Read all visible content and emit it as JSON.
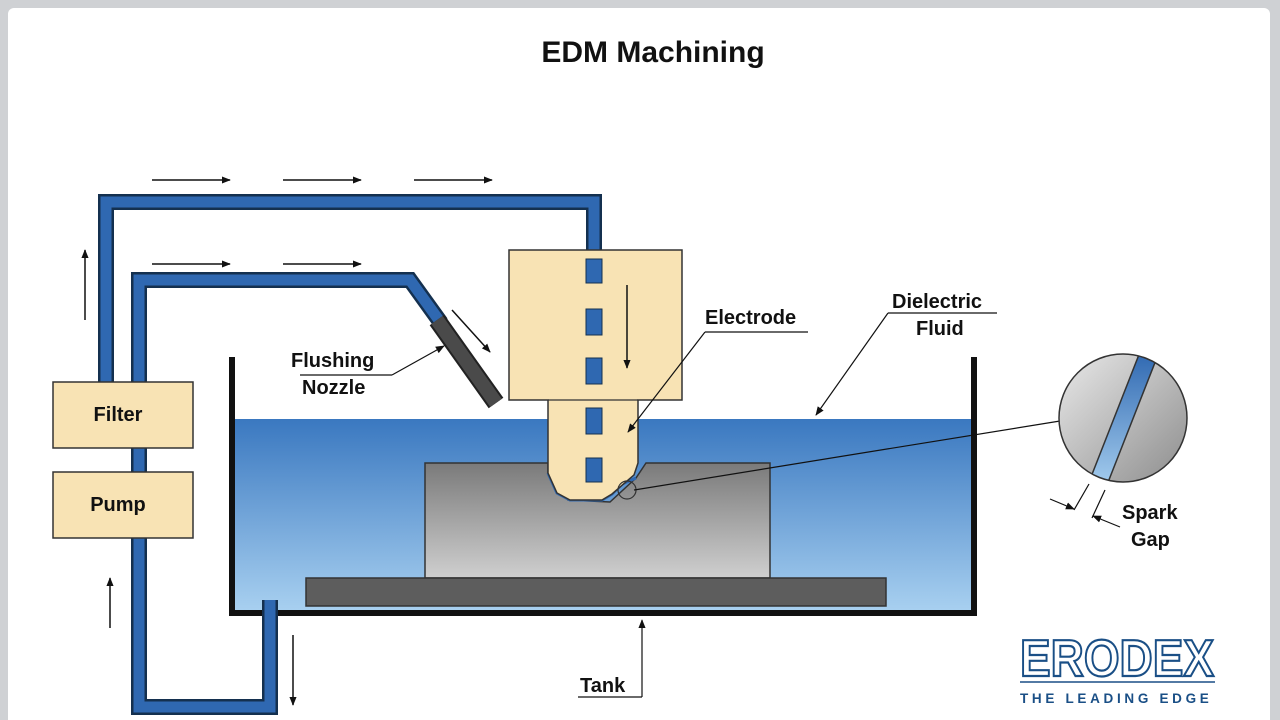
{
  "title": "EDM Machining",
  "labels": {
    "flushing_nozzle": [
      "Flushing",
      "Nozzle"
    ],
    "electrode": "Electrode",
    "dielectric_fluid": [
      "Dielectric",
      "Fluid"
    ],
    "filter": "Filter",
    "pump": "Pump",
    "spark_gap": [
      "Spark",
      "Gap"
    ],
    "tank": "Tank"
  },
  "logo": {
    "name": "ERODEX",
    "tagline": "THE LEADING EDGE"
  },
  "colors": {
    "pipe": "#2f68b1",
    "pipe_outline": "#14304f",
    "box_fill": "#f8e3b4",
    "fluid_top": "#3a78c0",
    "fluid_bottom": "#a4cdef",
    "workpiece": "#8a8a8a",
    "plate": "#5d5d5d",
    "logo": "#1a4f86"
  }
}
